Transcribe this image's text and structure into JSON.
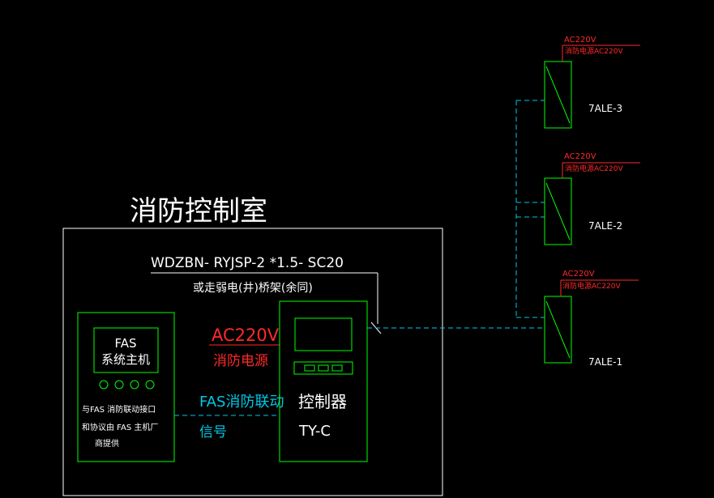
{
  "room": {
    "title": "消防控制室",
    "cable_spec": "WDZBN- RYJSP-2 *1.5- SC20",
    "cable_route_note": "或走弱电(井)桥架(余同)"
  },
  "fas_host": {
    "title_line1": "FAS",
    "title_line2": "系统主机",
    "note_line1": "与FAS 消防联动接口",
    "note_line2": "和协议由 FAS 主机厂",
    "note_line3": "商提供"
  },
  "power": {
    "label_line1": "AC220V",
    "label_line2": "消防电源"
  },
  "signal": {
    "label_line1": "FAS消防联动",
    "label_line2": "信号"
  },
  "controller": {
    "label": "控制器",
    "model": "TY-C"
  },
  "panels": [
    {
      "id": "7ALE-3",
      "power_line1": "AC220V",
      "power_line2": "消防电源AC220V"
    },
    {
      "id": "7ALE-2",
      "power_line1": "AC220V",
      "power_line2": "消防电源AC220V"
    },
    {
      "id": "7ALE-1",
      "power_line1": "AC220V",
      "power_line2": "消防电源AC220V"
    }
  ],
  "colors": {
    "green": "#00ff00",
    "red": "#ff2a2a",
    "cyan": "#00c8e6",
    "white": "#ffffff"
  }
}
